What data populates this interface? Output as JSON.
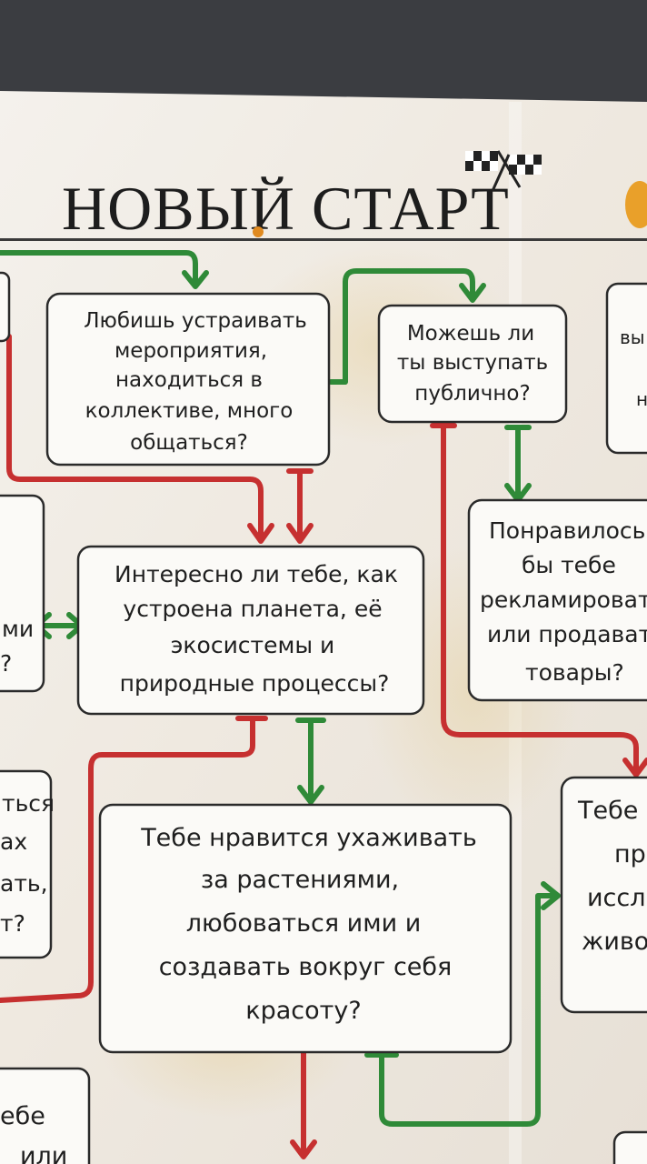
{
  "poster": {
    "title": "НОВЫЙ СТАРТ",
    "q1": [
      "Любишь устраивать",
      "мероприятия,",
      "находиться в",
      "коллективе, много",
      "общаться?"
    ],
    "q2": [
      "Можешь ли",
      "ты выступать",
      "публично?"
    ],
    "q3": [
      "Интересно ли тебе, как",
      "устроена планета, её",
      "экосистемы и",
      "природные процессы?"
    ],
    "q4": [
      "Понравилось",
      "бы тебе",
      "рекламировать",
      "или продавать",
      "товары?"
    ],
    "q5": [
      "Тебе нравится ухаживать",
      "за растениями,",
      "любоваться ими и",
      "создавать вокруг себя",
      "красоту?"
    ],
    "q6": [
      "Тебе",
      "пр",
      "иссл",
      "живо"
    ],
    "left_fragments": {
      "mid": [
        "ми",
        "?"
      ],
      "low": [
        "ться",
        "ах",
        "ать,",
        "т?"
      ],
      "bottom": [
        "ебе",
        "или"
      ]
    },
    "right_top_fragment": [
      "вы",
      "н"
    ]
  }
}
